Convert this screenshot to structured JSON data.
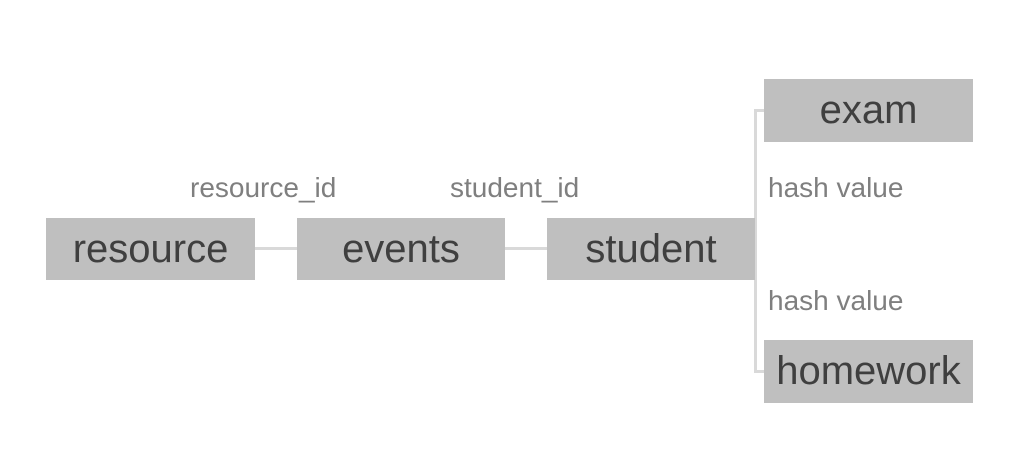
{
  "nodes": {
    "resource": "resource",
    "events": "events",
    "student": "student",
    "exam": "exam",
    "homework": "homework"
  },
  "edges": {
    "resource_events": "resource_id",
    "events_student": "student_id",
    "student_exam": "hash value",
    "student_homework": "hash value"
  }
}
